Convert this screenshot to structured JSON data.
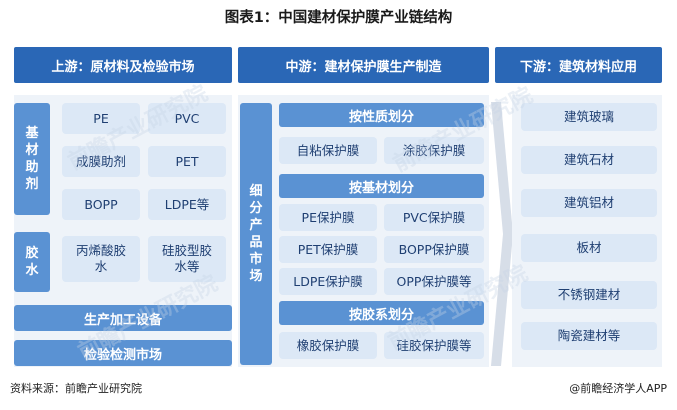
{
  "title": "图表1：中国建材保护膜产业链结构",
  "headers": {
    "upstream": "上游：原材料及检验市场",
    "midstream": "中游：建材保护膜生产制造",
    "downstream": "下游：建筑材料应用"
  },
  "upstream": {
    "base_label": "基材助剂",
    "base_items": [
      "PE",
      "PVC",
      "成膜助剂",
      "PET",
      "BOPP",
      "LDPE等"
    ],
    "glue_label": "胶水",
    "glue_items": [
      "丙烯酸胶水",
      "硅胶型胶水等"
    ],
    "equipment": "生产加工设备",
    "inspection": "检验检测市场"
  },
  "midstream": {
    "side_label": "细分产品市场",
    "groups": [
      {
        "title": "按性质划分",
        "items": [
          "自粘保护膜",
          "涂胶保护膜"
        ]
      },
      {
        "title": "按基材划分",
        "items": [
          "PE保护膜",
          "PVC保护膜",
          "PET保护膜",
          "BOPP保护膜",
          "LDPE保护膜",
          "OPP保护膜等"
        ]
      },
      {
        "title": "按胶系划分",
        "items": [
          "橡胶保护膜",
          "硅胶保护膜等"
        ]
      }
    ]
  },
  "downstream": {
    "items": [
      "建筑玻璃",
      "建筑石材",
      "建筑铝材",
      "板材",
      "不锈钢建材",
      "陶瓷建材等"
    ]
  },
  "footer": {
    "source": "资料来源：前瞻产业研究院",
    "brand": "@前瞻经济学人APP"
  },
  "watermark": "前瞻产业研究院",
  "colors": {
    "header": "#2a67b6",
    "label": "#5a92d3",
    "box": "#dce8f6",
    "panel": "#eef3f9",
    "arrow": "#d7dee8"
  }
}
